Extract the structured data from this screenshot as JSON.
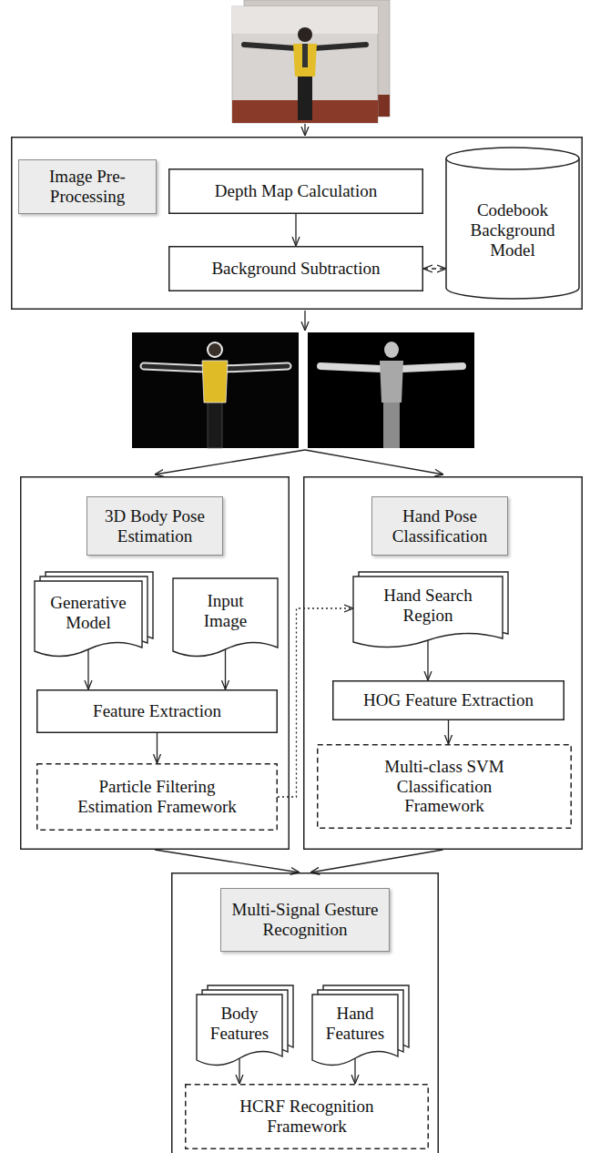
{
  "diagram": {
    "nodes": [
      {
        "text": [
          "Image Pre-Processing"
        ]
      },
      {
        "text": [
          "Depth Map Calculation"
        ],
        "in": 0
      },
      {
        "text": [
          "Background Subtraction"
        ],
        "in": 0
      },
      {
        "text": [
          "Codebook Background Model"
        ],
        "in": 0
      },
      {
        "text": [
          "3D Body Pose Estimation"
        ]
      },
      {
        "text": [
          "Generative Model"
        ],
        "in": 4
      },
      {
        "text": [
          "Input Image"
        ],
        "in": 4
      },
      {
        "text": [
          "Feature Extraction"
        ],
        "in": 4
      },
      {
        "text": [
          "Particle Filtering Estimation Framework"
        ],
        "in": 4
      },
      {
        "text": [
          "Hand Pose Classification"
        ]
      },
      {
        "text": [
          "Hand Search Region"
        ],
        "in": 9
      },
      {
        "text": [
          "HOG Feature Extraction"
        ],
        "in": 9
      },
      {
        "text": [
          "Multi-class SVM Classification Framework"
        ],
        "in": 9
      },
      {
        "text": [
          "Multi-Signal Gesture Recognition"
        ]
      },
      {
        "text": [
          "Body Features"
        ],
        "in": 13
      },
      {
        "text": [
          "Hand Features"
        ],
        "in": 13
      },
      {
        "text": [
          "HCRF Recognition Framework"
        ],
        "in": 13
      }
    ],
    "edges": [
      {
        "from": 1,
        "to": 2,
        "arrow": "to"
      },
      {
        "from": 2,
        "to": 3,
        "arrow": "both"
      },
      {
        "from": 5,
        "to": 7,
        "arrow": "to"
      },
      {
        "from": 6,
        "to": 7,
        "arrow": "to"
      },
      {
        "from": 7,
        "to": 8,
        "arrow": "to"
      },
      {
        "from": 8,
        "to": 10,
        "arrow": "to"
      },
      {
        "from": 10,
        "to": 11,
        "arrow": "to"
      },
      {
        "from": 11,
        "to": 12,
        "arrow": "to"
      },
      {
        "from": 4,
        "to": 13,
        "arrow": "to"
      },
      {
        "from": 9,
        "to": 13,
        "arrow": "to"
      },
      {
        "from": 14,
        "to": 16,
        "arrow": "to"
      },
      {
        "from": 15,
        "to": 16,
        "arrow": "to"
      }
    ]
  }
}
